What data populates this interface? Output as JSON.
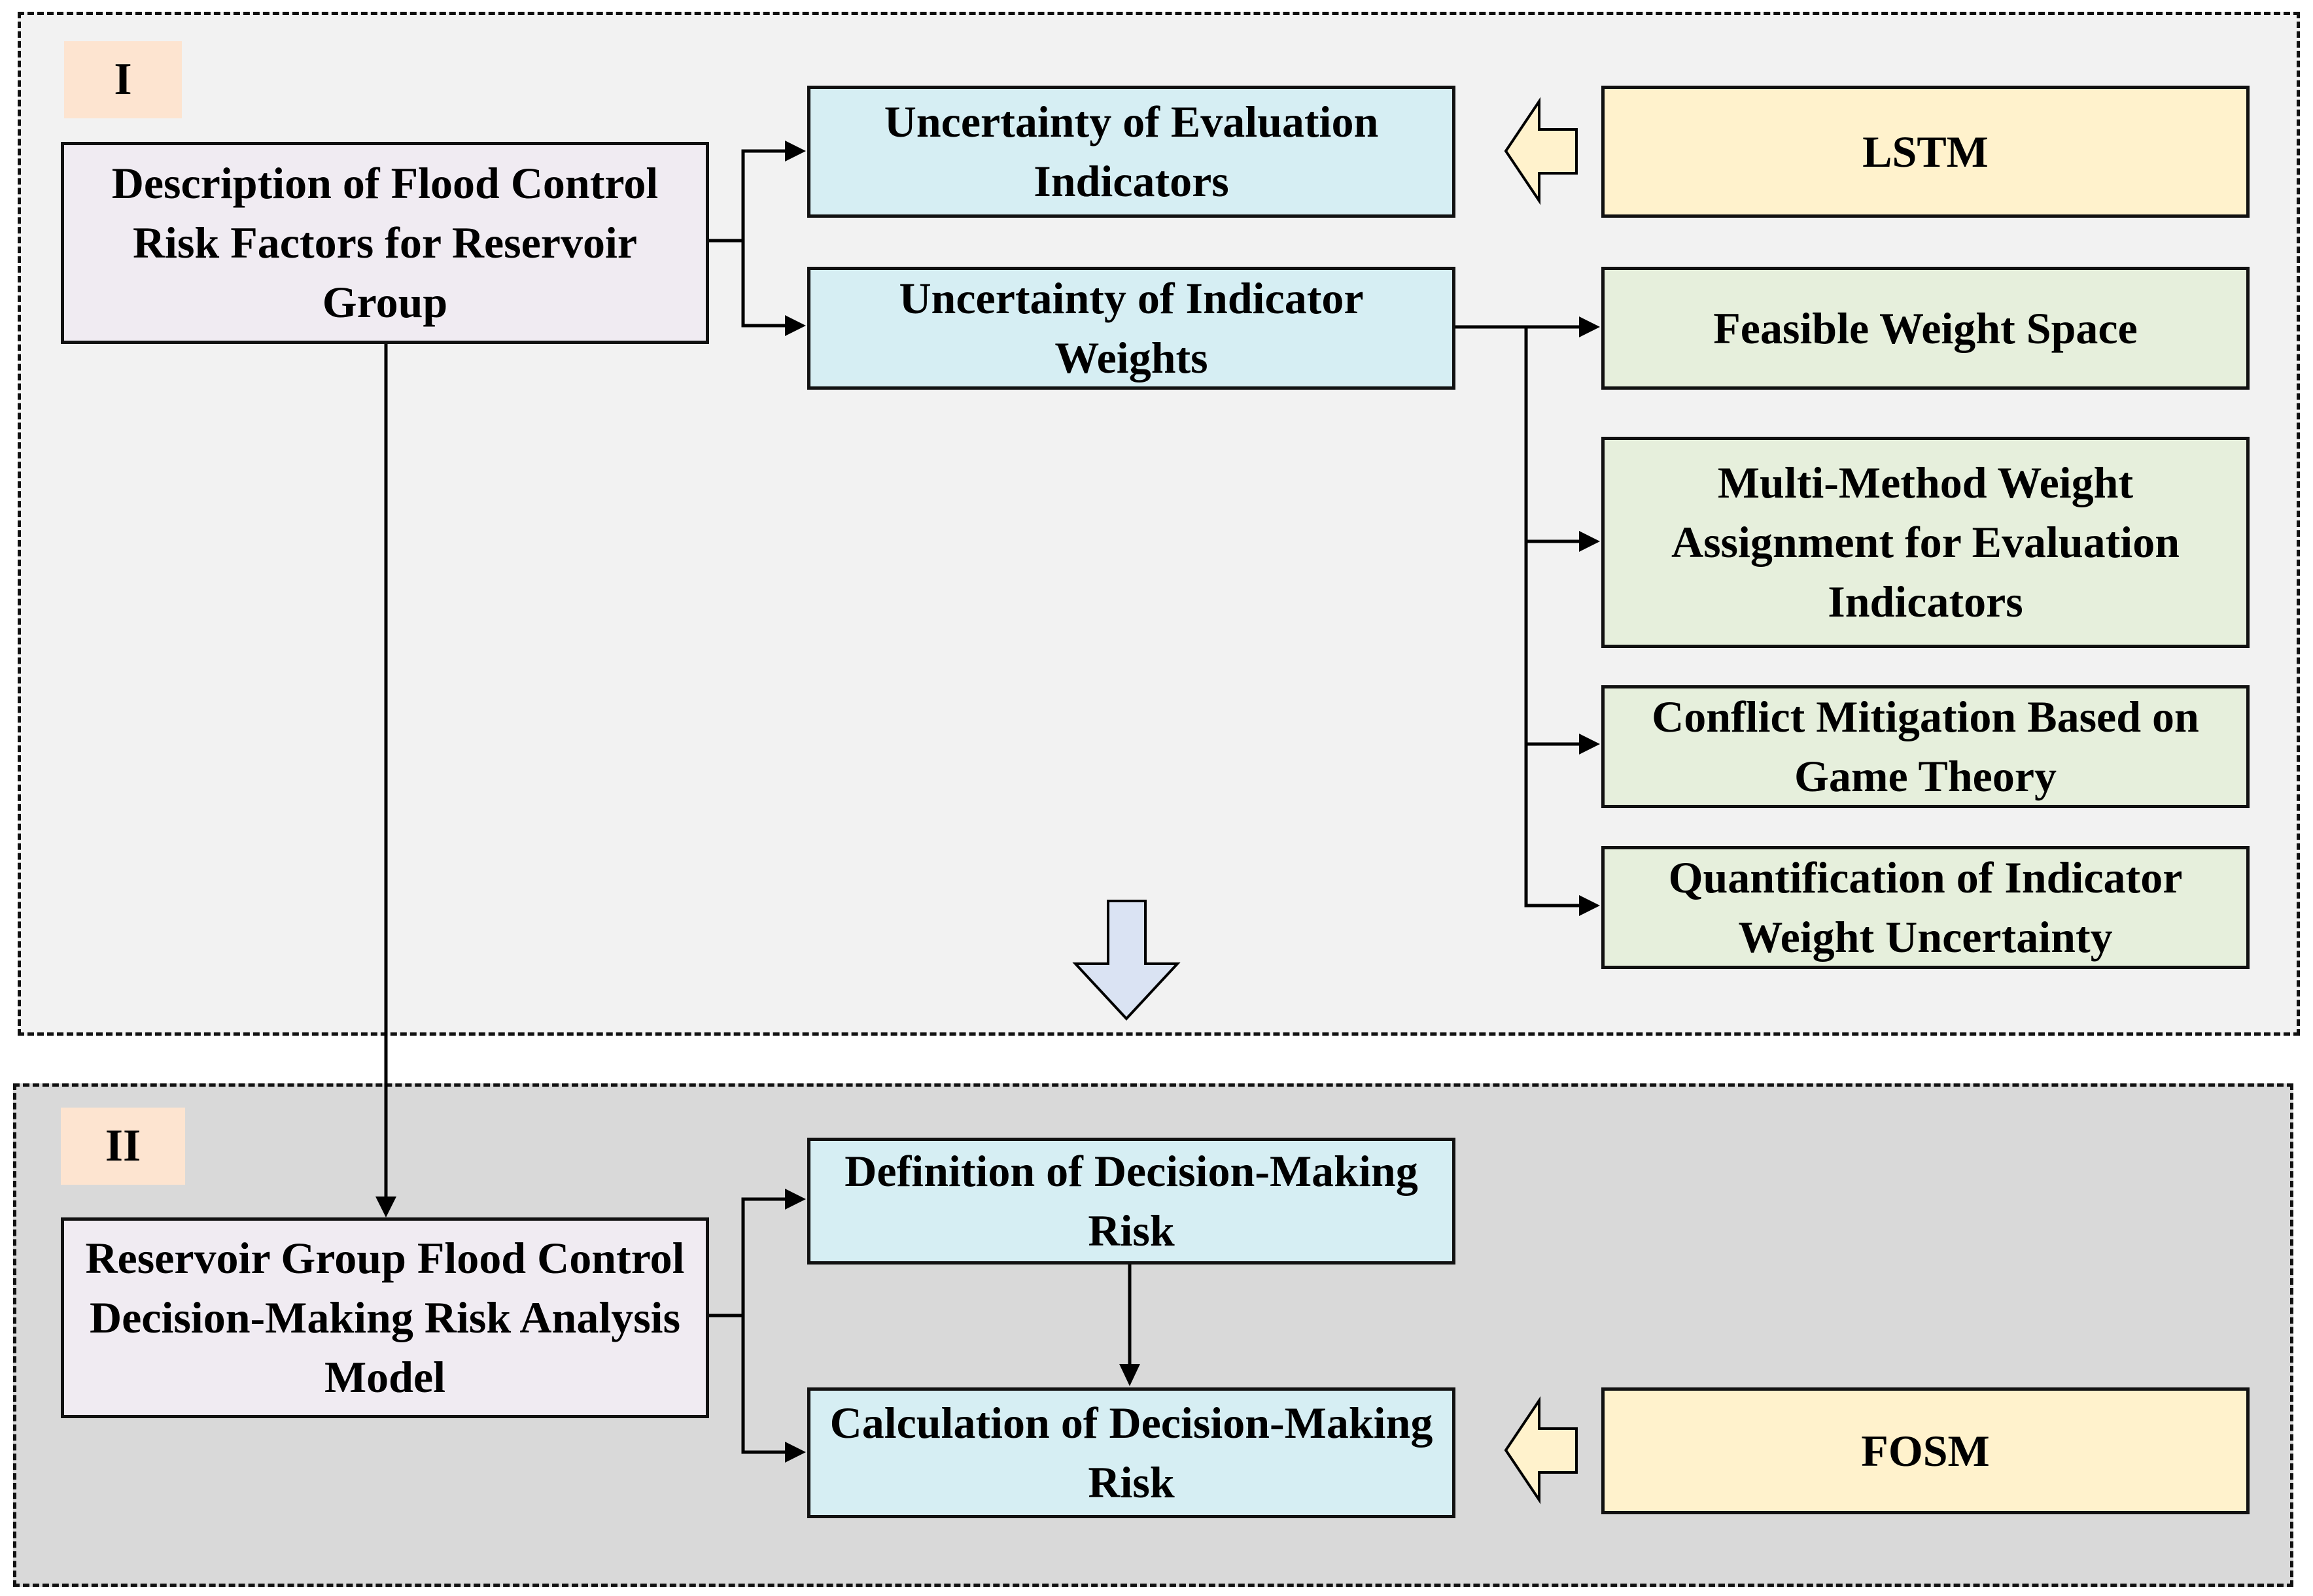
{
  "sections": [
    {
      "tag": "I",
      "tag_color": "#fde4d0",
      "background": "#f2f2f2"
    },
    {
      "tag": "II",
      "tag_color": "#fde4d0",
      "background": "#d9d9d9"
    }
  ],
  "nodes": {
    "risk_factors": "Description of Flood Control Risk Factors for Reservoir Group",
    "eval_uncertainty": "Uncertainty of Evaluation Indicators",
    "weight_uncertainty": "Uncertainty of Indicator Weights",
    "lstm": "LSTM",
    "feasible_space": "Feasible Weight Space",
    "multi_method": "Multi-Method Weight Assignment for Evaluation Indicators",
    "conflict_mitigation": "Conflict Mitigation Based on Game Theory",
    "quantification": "Quantification of Indicator Weight Uncertainty",
    "analysis_model": "Reservoir Group Flood Control Decision-Making Risk Analysis Model",
    "risk_definition": "Definition of Decision-Making Risk",
    "risk_calculation": "Calculation of Decision-Making Risk",
    "fosm": "FOSM"
  },
  "colors": {
    "purple": "#f0ebf2",
    "blue": "#d6eef3",
    "yellow": "#fff2cc",
    "green": "#e6efdc",
    "down_arrow": "#dae3f3",
    "side_arrow": "#fff2cc"
  }
}
